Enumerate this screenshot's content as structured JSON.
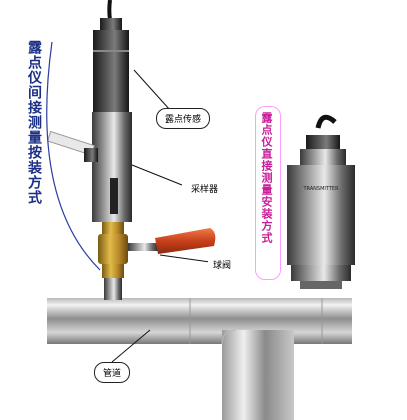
{
  "labels": {
    "indirect_method": "露点仪间接测量按装方式",
    "direct_method": "露点仪直接测量安装方式",
    "dew_point_sensor": "露点传感",
    "sampler": "采样器",
    "ball_valve": "球阀",
    "pipeline": "管道"
  },
  "colors": {
    "indirect_text": "#1c2f86",
    "direct_text": "#c81e9a",
    "direct_border": "#ff9cff",
    "valve_handle": "#d24a1c",
    "brass": "#c79a2a"
  },
  "icons": {
    "pipe": "t-pipe-icon",
    "sensor": "sensor-icon",
    "transmitter": "transmitter-icon",
    "valve": "ball-valve-icon"
  }
}
